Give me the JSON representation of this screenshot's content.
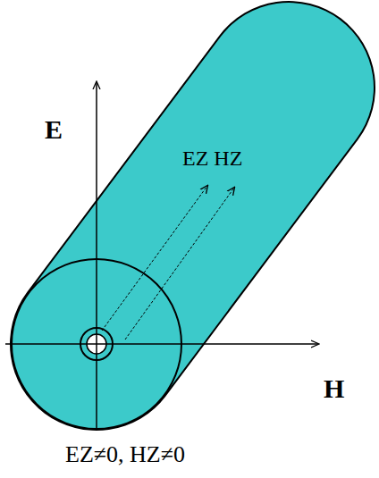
{
  "diagram": {
    "caption": "EZ≠0, HZ≠0",
    "labels": [
      "E",
      "H",
      "EZ HZ"
    ]
  }
}
